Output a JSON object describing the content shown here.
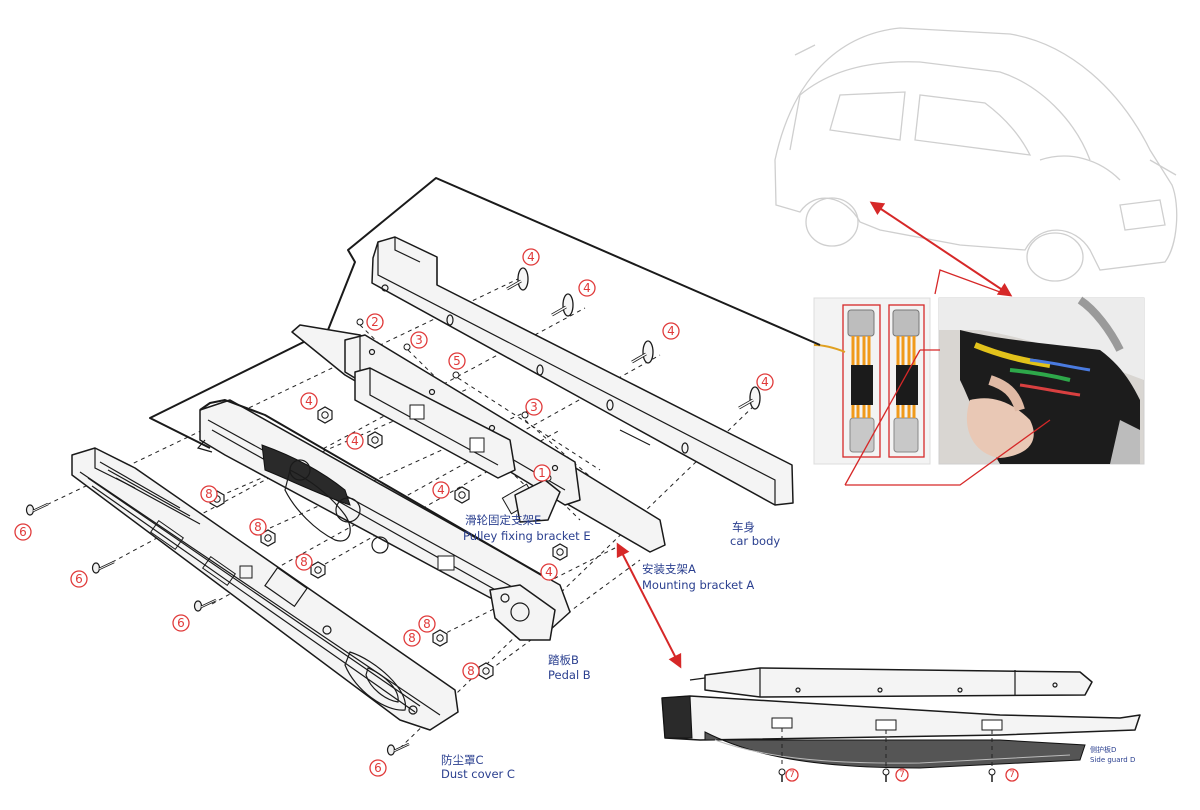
{
  "labels": {
    "car_body_cn": "车身",
    "car_body_en": "car body",
    "bracket_a_cn": "安装支架A",
    "bracket_a_en": "Mounting bracket A",
    "bracket_e_cn": "滑轮固定支架E",
    "bracket_e_en": "Pulley fixing bracket E",
    "pedal_cn": "踏板B",
    "pedal_en": "Pedal B",
    "dust_cn": "防尘罩C",
    "dust_en": "Dust cover C",
    "side_cn": "侧护板D",
    "side_en": "Side guard D"
  },
  "callouts": {
    "c1": "1",
    "c2": "2",
    "c3": "3",
    "c4": "4",
    "c5": "5",
    "c6": "6",
    "c7": "7",
    "c8": "8"
  },
  "colors": {
    "callout": "#e03a3a",
    "label": "#2a3f8f",
    "arrow": "#d62828"
  }
}
